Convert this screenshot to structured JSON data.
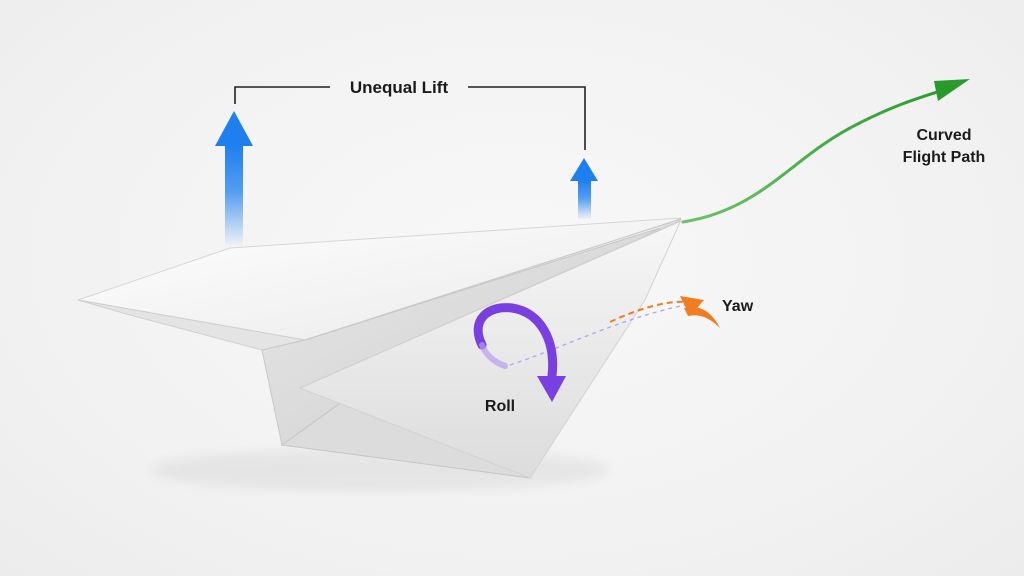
{
  "labels": {
    "unequal_lift": "Unequal Lift",
    "curved_line1": "Curved",
    "curved_line2": "Flight Path",
    "yaw": "Yaw",
    "roll": "Roll"
  },
  "colors": {
    "background": "#f3f3f3",
    "lift_arrow": "#1e7ff0",
    "flight_path": "#35a836",
    "yaw_arrow": "#f07d22",
    "roll_arrow": "#7a3fe0",
    "bracket": "#222222"
  },
  "icons": {
    "left_lift": "up-arrow-icon",
    "right_lift": "up-arrow-icon",
    "flight_path": "arrow-head-icon",
    "roll": "curved-arrow-icon",
    "yaw": "curved-arrow-icon"
  }
}
